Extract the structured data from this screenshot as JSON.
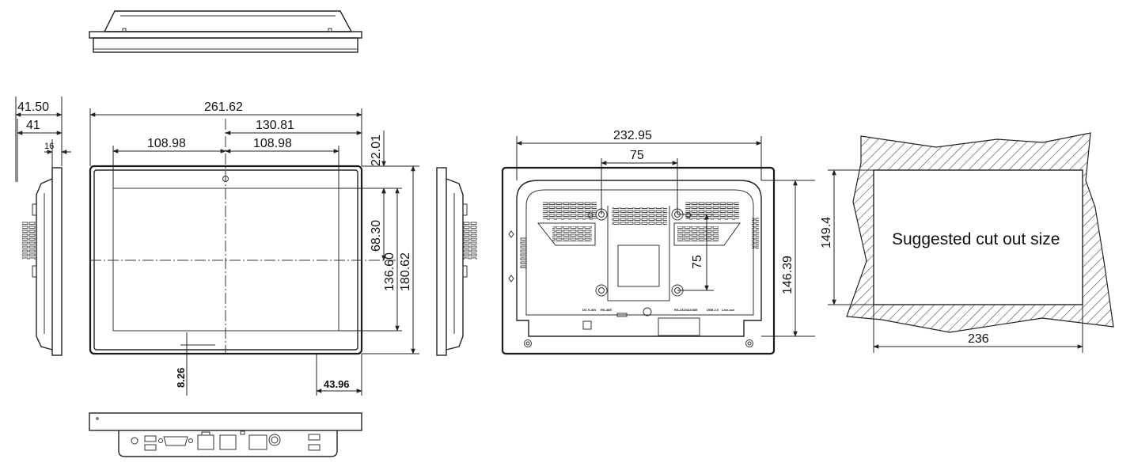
{
  "drawing": {
    "front_view": {
      "overall_width": "261.62",
      "half_width": "130.81",
      "left_half_hole_spacing": "108.98",
      "right_half_hole_spacing": "108.98",
      "top_offset": "22.01",
      "half_screen_height": "68.30",
      "screen_height": "136.60",
      "overall_height": "180.62",
      "bottom_mark_offset": "8.26",
      "corner_offset": "43.96"
    },
    "side_view": {
      "total_depth": "41.50",
      "body_depth": "41",
      "bezel_depth": "16"
    },
    "rear_view": {
      "mount_width": "232.95",
      "vesa_horizontal": "75",
      "vesa_vertical": "75",
      "mount_height": "146.39",
      "port_labels": [
        "DC 9-36V",
        "RS-485",
        "RS-232/422/485",
        "USB 2.0",
        "Line-out"
      ]
    },
    "cutout": {
      "label": "Suggested cut out size",
      "width": "236",
      "height": "149.4"
    }
  }
}
